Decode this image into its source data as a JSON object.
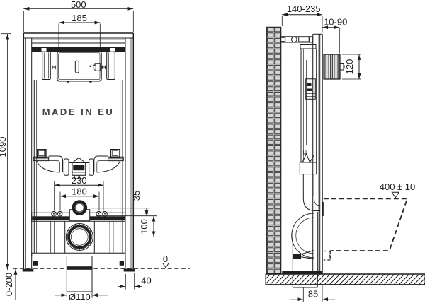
{
  "drawing": {
    "kind": "wc-installation-frame-technical-drawing",
    "product_marking": "MADE IN EU",
    "front_view": {
      "overall_width": "500",
      "flush_plate_cutout_width": "185",
      "overall_height": "1090",
      "fixing_stud_distance_outer": "230",
      "fixing_stud_distance_inner": "180",
      "water_connection_offset": "35",
      "drain_connection_offset": "100",
      "floor_level_mark": "0",
      "leg_adjustment_range": "0-200",
      "rail_profile_depth": "40",
      "drain_pipe_diameter": "Ø110"
    },
    "side_view": {
      "installation_depth_range": "140-235",
      "front_clearance_range": "10-90",
      "flush_unit_height": "120",
      "bowl_top_height": "400 ± 10",
      "drain_center_to_front": "85"
    },
    "colors": {
      "line": "#1f1f1f",
      "background": "#ffffff",
      "brick_fill": "#d6d6d6",
      "brick_mortar": "#b5b5b5",
      "band_dark": "#1f1f1f"
    }
  }
}
